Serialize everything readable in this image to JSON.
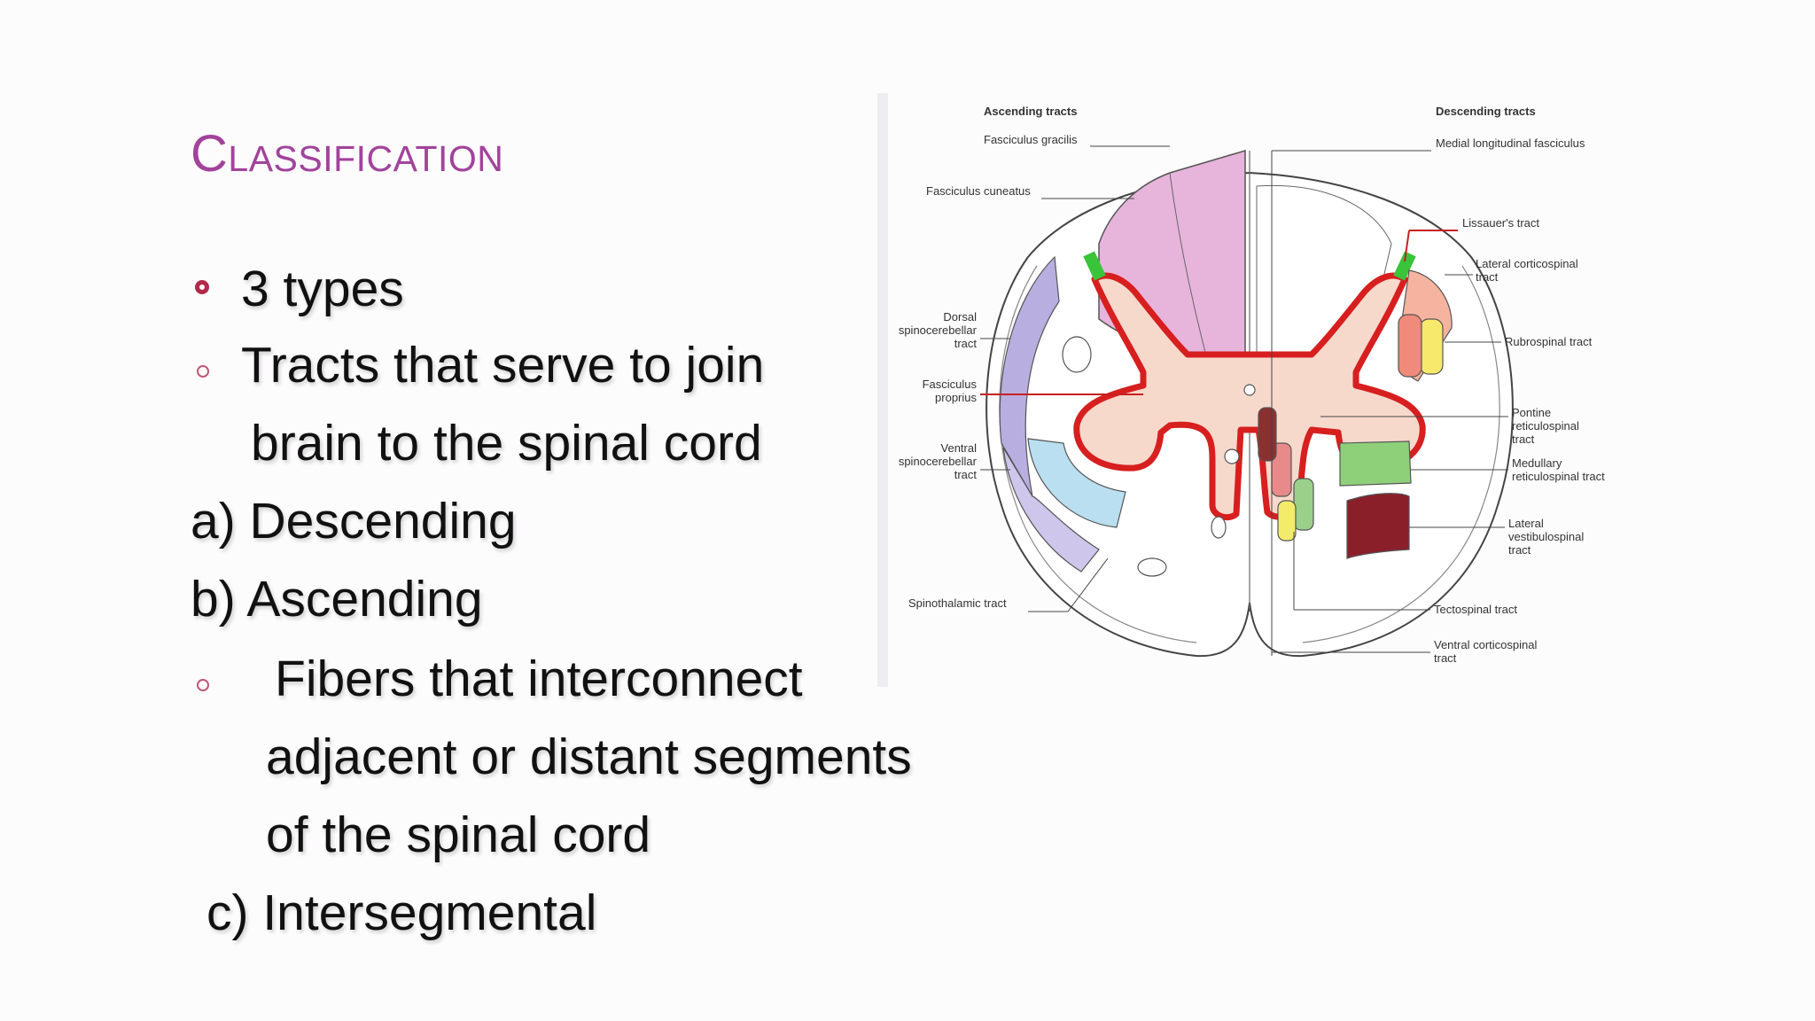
{
  "slide": {
    "title": "Classification",
    "bullets": {
      "types": "3 types",
      "tracts_line1": "Tracts that serve to join",
      "tracts_line2": "brain to the spinal cord",
      "item_a": "a) Descending",
      "item_b": "b) Ascending",
      "fibers_line1": "Fibers that interconnect",
      "fibers_line2": "adjacent or distant segments",
      "fibers_line3": "of the spinal cord",
      "item_c": "c) Intersegmental"
    }
  },
  "figure": {
    "left_labels": {
      "ascending_tracts": "Ascending tracts",
      "fasciculus_gracilis": "Fasciculus gracilis",
      "fasciculus_cuneatus": "Fasciculus cuneatus",
      "dorsal_spinocerebellar": [
        "Dorsal",
        "spinocerebellar",
        "tract"
      ],
      "fasciculus_proprius": [
        "Fasciculus",
        "proprius"
      ],
      "ventral_spinocerebellar": [
        "Ventral",
        "spinocerebellar",
        "tract"
      ],
      "spinothalamic": "Spinothalamic tract"
    },
    "right_labels": {
      "descending_tracts": "Descending tracts",
      "medial_longitudinal": "Medial longitudinal fasciculus",
      "lissauers": "Lissauer's tract",
      "lateral_corticospinal": [
        "Lateral corticospinal",
        "tract"
      ],
      "rubrospinal": "Rubrospinal tract",
      "pontine_reticulospinal": [
        "Pontine",
        "reticulospinal",
        "tract"
      ],
      "medullary_reticulospinal": [
        "Medullary",
        "reticulospinal tract"
      ],
      "lateral_vestibulospinal": [
        "Lateral",
        "vestibulospinal",
        "tract"
      ],
      "tectospinal": "Tectospinal tract",
      "ventral_corticospinal": [
        "Ventral corticospinal",
        "tract"
      ]
    },
    "colors": {
      "title": "#a1439b",
      "bullet": "#b2294a",
      "gray_matter_outline": "#d71f1f",
      "gray_matter_fill": "#f7d9cc"
    }
  }
}
